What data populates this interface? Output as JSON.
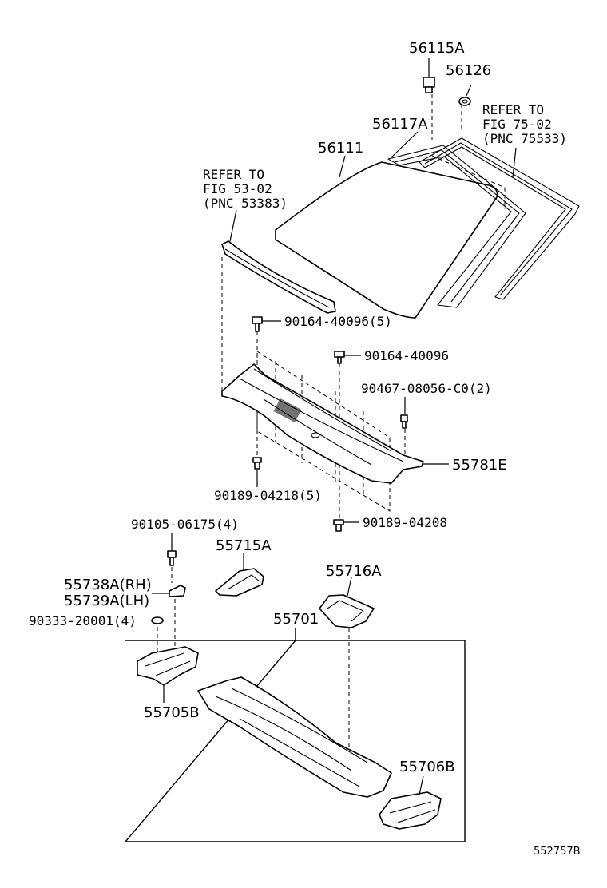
{
  "parts": {
    "p56115A": "56115A",
    "p56126": "56126",
    "p56117A": "56117A",
    "p56111": "56111",
    "ref_7502": [
      "REFER TO",
      "FIG 75-02",
      "(PNC 75533)"
    ],
    "ref_5302": [
      "REFER TO",
      "FIG 53-02",
      "(PNC 53383)"
    ],
    "p90164_40096_5": "90164-40096(5)",
    "p90164_40096": "90164-40096",
    "p90467": "90467-08056-C0(2)",
    "p55781E": "55781E",
    "p90189_04218": "90189-04218(5)",
    "p90189_04208": "90189-04208",
    "p90105": "90105-06175(4)",
    "p55715A": "55715A",
    "p55738A": "55738A(RH)",
    "p55739A": "55739A(LH)",
    "p55716A": "55716A",
    "p90333": "90333-20001(4)",
    "p55701": "55701",
    "p55705B": "55705B",
    "p55706B": "55706B"
  },
  "diagram_id": "552757B"
}
